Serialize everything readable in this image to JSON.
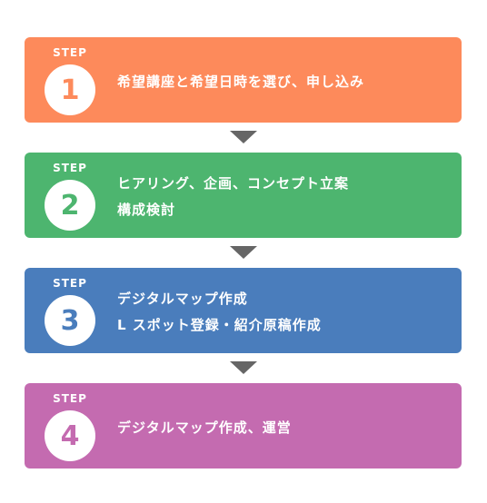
{
  "colors": {
    "step1": "#fd8a5b",
    "step2": "#4db56f",
    "step3": "#4a7dbc",
    "step4": "#c46bb0",
    "arrow": "#666666"
  },
  "steps": [
    {
      "label": "STEP",
      "number": "1",
      "lines": [
        "希望講座と希望日時を選び、申し込み"
      ]
    },
    {
      "label": "STEP",
      "number": "2",
      "lines": [
        "ヒアリング、企画、コンセプト立案",
        "構成検討"
      ]
    },
    {
      "label": "STEP",
      "number": "3",
      "lines": [
        "デジタルマップ作成",
        "L スポット登録・紹介原稿作成"
      ]
    },
    {
      "label": "STEP",
      "number": "4",
      "lines": [
        "デジタルマップ作成、運営"
      ]
    }
  ]
}
